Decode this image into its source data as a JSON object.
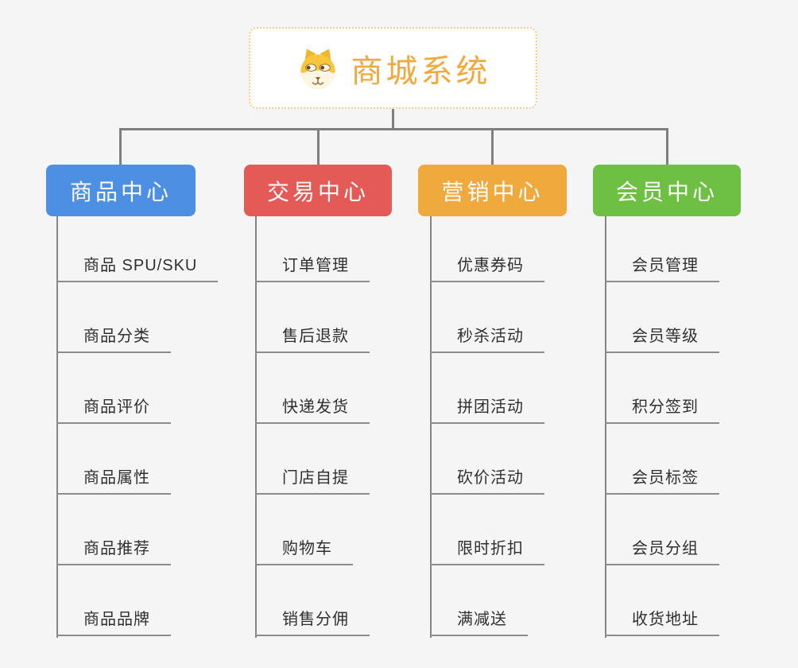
{
  "root": {
    "title": "商城系统",
    "icon": "dog-face-icon",
    "text_color": "#f0a93e",
    "border_color": "#f6cd8f"
  },
  "colors": {
    "connector": "#7f7f7f",
    "underline": "#8c8c8c",
    "canvas_bg": "#f5f5f6",
    "item_text": "#2f2f2f"
  },
  "branches": [
    {
      "label": "商品中心",
      "color": "#4d90e3",
      "items": [
        "商品 SPU/SKU",
        "商品分类",
        "商品评价",
        "商品属性",
        "商品推荐",
        "商品品牌"
      ]
    },
    {
      "label": "交易中心",
      "color": "#e45a56",
      "items": [
        "订单管理",
        "售后退款",
        "快递发货",
        "门店自提",
        "购物车",
        "销售分佣"
      ]
    },
    {
      "label": "营销中心",
      "color": "#efa93c",
      "items": [
        "优惠券码",
        "秒杀活动",
        "拼团活动",
        "砍价活动",
        "限时折扣",
        "满减送"
      ]
    },
    {
      "label": "会员中心",
      "color": "#6ec044",
      "items": [
        "会员管理",
        "会员等级",
        "积分签到",
        "会员标签",
        "会员分组",
        "收货地址"
      ]
    }
  ]
}
